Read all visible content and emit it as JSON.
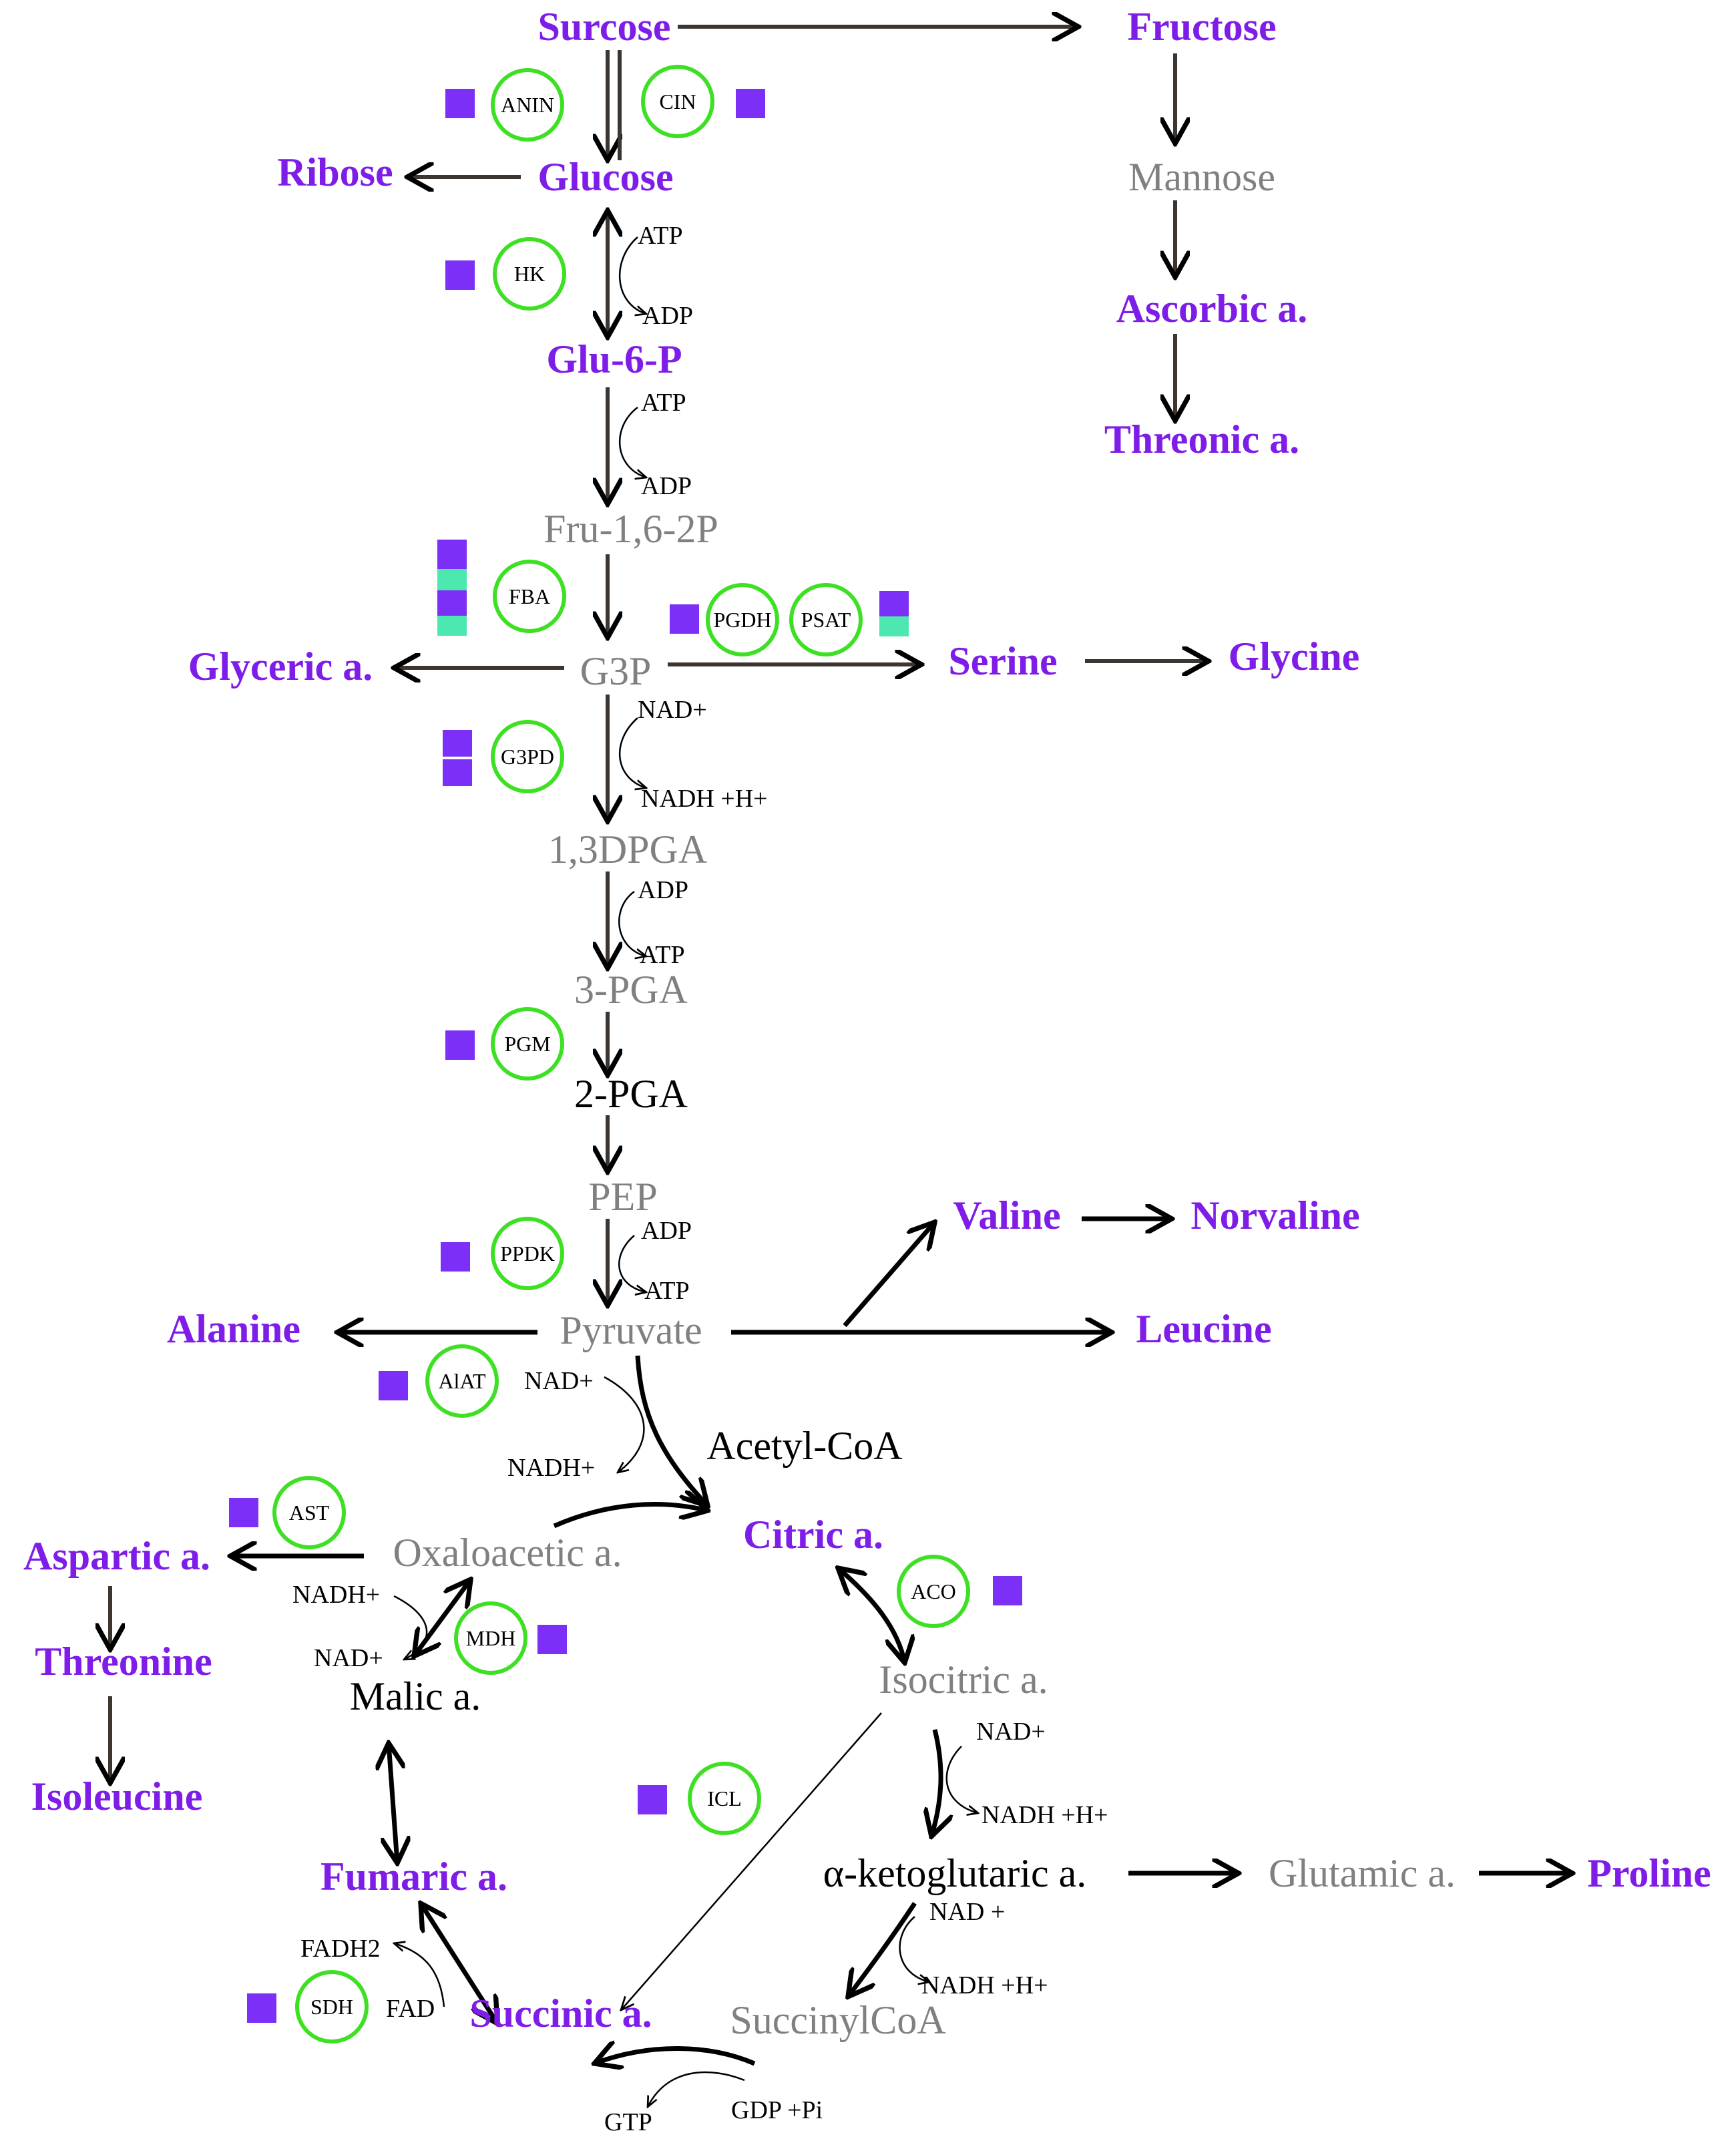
{
  "colors": {
    "highlight_text": "#7f1de8",
    "neutral_text": "#808080",
    "enzyme_ring": "#3ee024",
    "up_square": "#7b2ff7",
    "teal_square": "#4de8b0",
    "arrow": "#3c3530"
  },
  "metabolites": {
    "sucrose": "Surcose",
    "fructose": "Fructose",
    "glucose": "Glucose",
    "ribose": "Ribose",
    "mannose": "Mannose",
    "ascorbic": "Ascorbic a.",
    "threonic": "Threonic a.",
    "glu6p": "Glu-6-P",
    "fru16": "Fru-1,6-2P",
    "g3p": "G3P",
    "glyceric": "Glyceric a.",
    "serine": "Serine",
    "glycine": "Glycine",
    "dpga13": "1,3DPGA",
    "pga3": "3-PGA",
    "pga2": "2-PGA",
    "pep": "PEP",
    "pyruvate": "Pyruvate",
    "alanine": "Alanine",
    "valine": "Valine",
    "norvaline": "Norvaline",
    "leucine": "Leucine",
    "acetylcoa": "Acetyl-CoA",
    "citric": "Citric a.",
    "oxaloacetic": "Oxaloacetic a.",
    "aspartic": "Aspartic a.",
    "threonine": "Threonine",
    "isoleucine": "Isoleucine",
    "malic": "Malic a.",
    "fumaric": "Fumaric a.",
    "succinic": "Succinic a.",
    "succinylcoa": "SuccinylCoA",
    "isocitric": "Isocitric a.",
    "akg": "α-ketoglutaric a.",
    "glutamic": "Glutamic a.",
    "proline": "Proline"
  },
  "cofactors": {
    "atp1": "ATP",
    "adp1": "ADP",
    "atp2": "ATP",
    "adp2": "ADP",
    "nad_g3pd": "NAD+",
    "nadh_g3pd": "NADH +H+",
    "adp3": "ADP",
    "atp3": "ATP",
    "adp4": "ADP",
    "atp4": "ATP",
    "nad_pdh": "NAD+",
    "nadh_pdh": "NADH+",
    "nadh_mdh": "NADH+",
    "nad_mdh": "NAD+",
    "nad_icdh": "NAD+",
    "nadh_icdh": "NADH +H+",
    "nad_ogdh": "NAD +",
    "nadh_ogdh": "NADH +H+",
    "fadh2": "FADH2",
    "fad": "FAD",
    "gtp": "GTP",
    "gdp": "GDP +Pi"
  },
  "enzymes": {
    "anin": "ANIN",
    "cin": "CIN",
    "hk": "HK",
    "fba": "FBA",
    "pgdh": "PGDH",
    "psat": "PSAT",
    "g3pd": "G3PD",
    "pgm": "PGM",
    "ppdk": "PPDK",
    "alat": "AlAT",
    "ast": "AST",
    "aco": "ACO",
    "mdh": "MDH",
    "icl": "ICL",
    "sdh": "SDH"
  }
}
